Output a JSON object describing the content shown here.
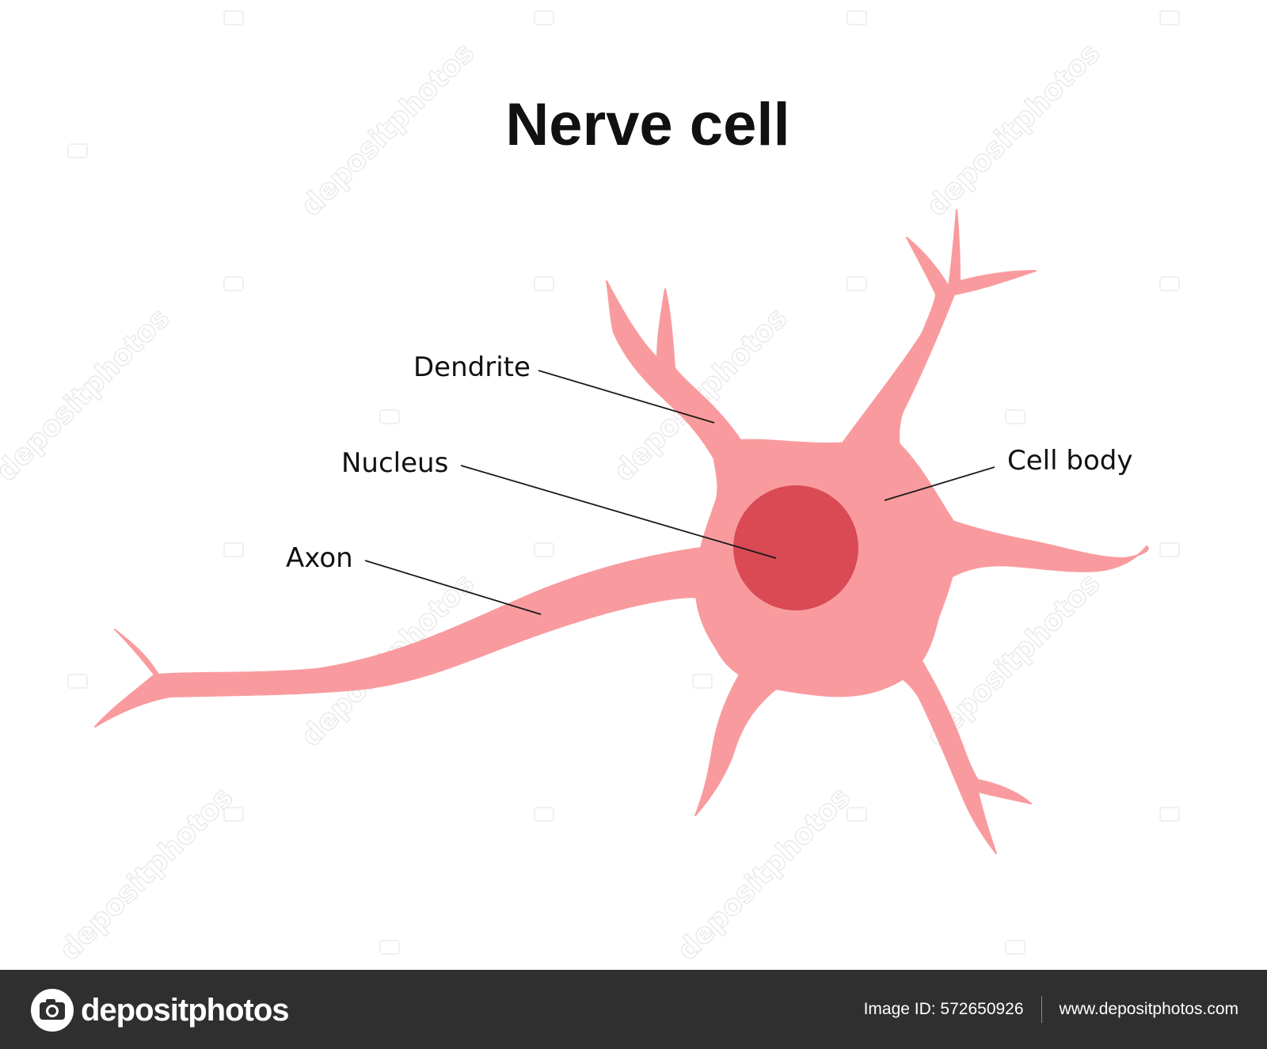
{
  "title": "Nerve cell",
  "labels": {
    "dendrite": "Dendrite",
    "nucleus": "Nucleus",
    "axon": "Axon",
    "cell_body": "Cell body"
  },
  "colors": {
    "cell_body": "#F99B9E",
    "nucleus": "#D94A55",
    "leader_lines": "#1A1A1A",
    "footer_background": "#2F2F2F"
  },
  "watermark": {
    "text": "depositphotos"
  },
  "footer": {
    "logo_text": "depositphotos",
    "image_id": "Image ID: 572650926",
    "website": "www.depositphotos.com"
  }
}
